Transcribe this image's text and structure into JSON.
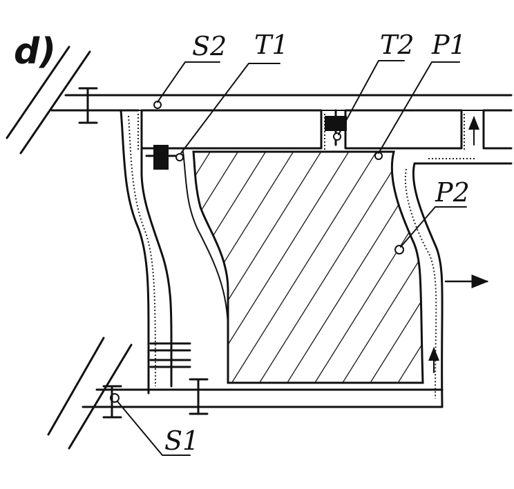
{
  "figure": {
    "panel_label": "d)",
    "labels": {
      "s2": "S2",
      "t1": "T1",
      "t2": "T2",
      "p1": "P1",
      "p2": "P2",
      "s1": "S1"
    }
  },
  "colors": {
    "ink": "#111111",
    "paper": "#ffffff"
  }
}
